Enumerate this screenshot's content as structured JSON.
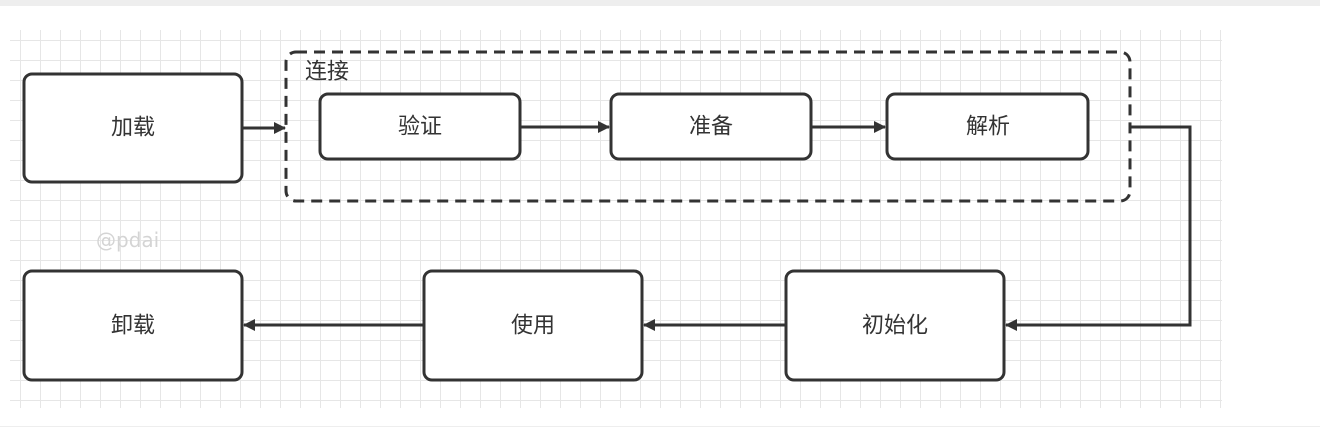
{
  "diagram": {
    "watermark": "@pdai",
    "group": {
      "label": "连接"
    },
    "nodes": {
      "load": "加载",
      "verify": "验证",
      "prepare": "准备",
      "resolve": "解析",
      "initialize": "初始化",
      "use": "使用",
      "unload": "卸载"
    },
    "colors": {
      "stroke": "#333333",
      "grid": "#e6e6e6",
      "watermark": "#d4d4d4"
    }
  }
}
